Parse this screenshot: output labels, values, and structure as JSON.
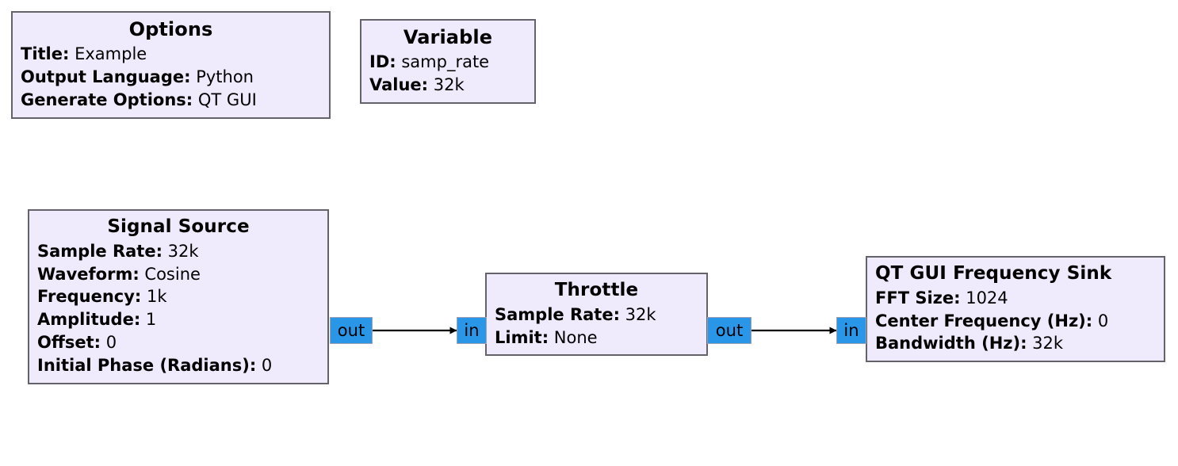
{
  "canvas": {
    "background": "#ffffff",
    "block_fill": "#efeafc",
    "block_border": "#636369",
    "port_fill": "#2a96e8",
    "port_border": "#9fa0b4",
    "connection_color": "#000000"
  },
  "blocks": [
    {
      "id": "options",
      "title": "Options",
      "params": [
        {
          "key": "Title:",
          "value": "Example"
        },
        {
          "key": "Output Language:",
          "value": "Python"
        },
        {
          "key": "Generate Options:",
          "value": "QT GUI"
        }
      ]
    },
    {
      "id": "variable",
      "title": "Variable",
      "params": [
        {
          "key": "ID:",
          "value": "samp_rate"
        },
        {
          "key": "Value:",
          "value": "32k"
        }
      ]
    },
    {
      "id": "signal_source",
      "title": "Signal Source",
      "params": [
        {
          "key": "Sample Rate:",
          "value": "32k"
        },
        {
          "key": "Waveform:",
          "value": "Cosine"
        },
        {
          "key": "Frequency:",
          "value": "1k"
        },
        {
          "key": "Amplitude:",
          "value": "1"
        },
        {
          "key": "Offset:",
          "value": "0"
        },
        {
          "key": "Initial Phase (Radians):",
          "value": "0"
        }
      ]
    },
    {
      "id": "throttle",
      "title": "Throttle",
      "params": [
        {
          "key": "Sample Rate:",
          "value": "32k"
        },
        {
          "key": "Limit:",
          "value": "None"
        }
      ]
    },
    {
      "id": "freq_sink",
      "title": "QT GUI Frequency Sink",
      "params": [
        {
          "key": "FFT Size:",
          "value": "1024"
        },
        {
          "key": "Center Frequency (Hz):",
          "value": "0"
        },
        {
          "key": "Bandwidth (Hz):",
          "value": "32k"
        }
      ]
    }
  ],
  "ports": {
    "signal_source_out": "out",
    "throttle_in": "in",
    "throttle_out": "out",
    "freq_sink_in": "in"
  }
}
